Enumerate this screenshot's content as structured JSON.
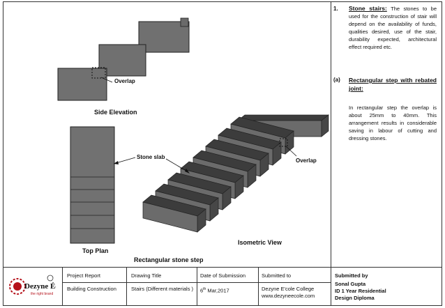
{
  "labels": {
    "side_elevation": "Side Elevation",
    "top_plan": "Top Plan",
    "isometric_view": "Isometric View",
    "rectangular_stone_step": "Rectangular stone step",
    "overlap_1": "Overlap",
    "overlap_2": "Overlap",
    "stone_slab": "Stone slab"
  },
  "notes": {
    "item_number": "1.",
    "item_head": "Stone stairs:",
    "item_text": "The stones to be used for the construction of stair will depend on the availability of funds, qualities desired, use of the stair, durability expected, architectural effect required etc.",
    "sub_number": "(a)",
    "sub_head": "Rectangular step with rebated joint:",
    "sub_text": "In rectangular step the overlap is about 25mm to 40mm. This arrangement results in considerable saving in labour of cutting and dressing stones."
  },
  "title_block": {
    "logo_text": "Dezyne École",
    "logo_tagline": "the right brand",
    "h_project": "Project Report",
    "h_drawing": "Drawing Title",
    "h_date": "Date of Submission",
    "h_submitted_to": "Submitted to",
    "h_submitted_by": "Submitted by",
    "v_project": "Building Construction",
    "v_drawing": "Stairs (Different materials )",
    "v_date_day": "6",
    "v_date_sup": "th",
    "v_date_rest": " Mar,2017",
    "v_to_name": "Dezyne E'cole College",
    "v_to_web": "www.dezyneecole.com",
    "v_by_name": "Sonal Gupta",
    "v_by_course": "ID 1 Year Residential",
    "v_by_diploma": "Design Diploma"
  },
  "colors": {
    "stone": "#6b6b6b",
    "stone_dark": "#474747",
    "stone_top": "#3c3c3c",
    "border": "#333333"
  }
}
